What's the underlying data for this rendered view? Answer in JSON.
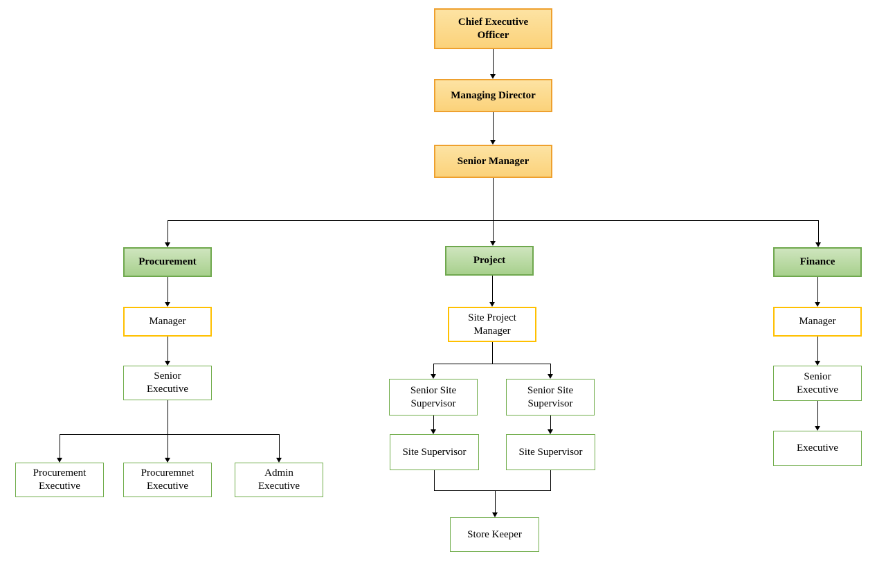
{
  "diagram": {
    "type": "org-chart",
    "nodes": {
      "ceo": "Chief Executive\nOfficer",
      "managing_director": "Managing Director",
      "senior_manager": "Senior Manager",
      "procurement": "Procurement",
      "project": "Project",
      "finance": "Finance",
      "procurement_manager": "Manager",
      "procurement_senior_executive": "Senior\nExecutive",
      "procurement_executive": "Procurement\nExecutive",
      "procuremnet_executive": "Procuremnet\nExecutive",
      "admin_executive": "Admin\nExecutive",
      "site_project_manager": "Site Project\nManager",
      "senior_site_supervisor_1": "Senior Site\nSupervisor",
      "senior_site_supervisor_2": "Senior Site\nSupervisor",
      "site_supervisor_1": "Site Supervisor",
      "site_supervisor_2": "Site Supervisor",
      "store_keeper": "Store Keeper",
      "finance_manager": "Manager",
      "finance_senior_executive": "Senior\nExecutive",
      "finance_executive": "Executive"
    },
    "edges": [
      [
        "ceo",
        "managing_director"
      ],
      [
        "managing_director",
        "senior_manager"
      ],
      [
        "senior_manager",
        "procurement"
      ],
      [
        "senior_manager",
        "project"
      ],
      [
        "senior_manager",
        "finance"
      ],
      [
        "procurement",
        "procurement_manager"
      ],
      [
        "procurement_manager",
        "procurement_senior_executive"
      ],
      [
        "procurement_senior_executive",
        "procurement_executive"
      ],
      [
        "procurement_senior_executive",
        "procuremnet_executive"
      ],
      [
        "procurement_senior_executive",
        "admin_executive"
      ],
      [
        "project",
        "site_project_manager"
      ],
      [
        "site_project_manager",
        "senior_site_supervisor_1"
      ],
      [
        "site_project_manager",
        "senior_site_supervisor_2"
      ],
      [
        "senior_site_supervisor_1",
        "site_supervisor_1"
      ],
      [
        "senior_site_supervisor_2",
        "site_supervisor_2"
      ],
      [
        "site_supervisor_1",
        "store_keeper"
      ],
      [
        "site_supervisor_2",
        "store_keeper"
      ],
      [
        "finance",
        "finance_manager"
      ],
      [
        "finance_manager",
        "finance_senior_executive"
      ],
      [
        "finance_senior_executive",
        "finance_executive"
      ]
    ]
  },
  "colors": {
    "exec_fill_top": "#fde3a3",
    "exec_fill_bottom": "#fbd27a",
    "exec_border": "#eea02e",
    "dept_fill_top": "#cfe5be",
    "dept_fill_bottom": "#a8d08d",
    "dept_border": "#6fa84e",
    "gold_border": "#ffc000",
    "green_border": "#6fac49",
    "line": "#000000",
    "text": "#000000",
    "background": "#ffffff"
  }
}
